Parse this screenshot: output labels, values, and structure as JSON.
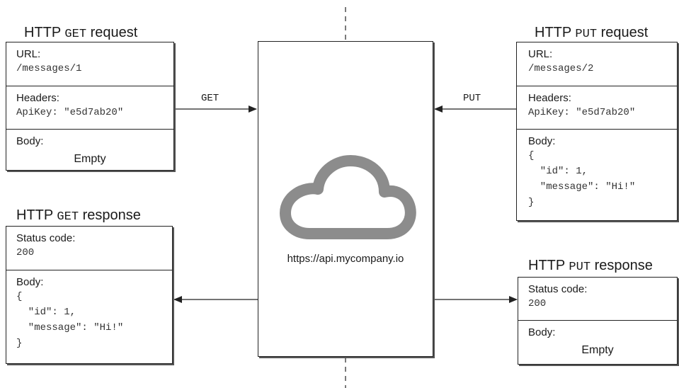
{
  "get_request": {
    "title_prefix": "HTTP",
    "title_method": "GET",
    "title_suffix": "request",
    "url_label": "URL:",
    "url_value": "/messages/1",
    "headers_label": "Headers:",
    "headers_value": "ApiKey: \"e5d7ab20\"",
    "body_label": "Body:",
    "body_value": "Empty"
  },
  "get_response": {
    "title_prefix": "HTTP",
    "title_method": "GET",
    "title_suffix": "response",
    "status_label": "Status code:",
    "status_value": "200",
    "body_label": "Body:",
    "body_lines": [
      "{",
      "  \"id\": 1,",
      "  \"message\": \"Hi!\"",
      "}"
    ]
  },
  "put_request": {
    "title_prefix": "HTTP",
    "title_method": "PUT",
    "title_suffix": "request",
    "url_label": "URL:",
    "url_value": "/messages/2",
    "headers_label": "Headers:",
    "headers_value": "ApiKey: \"e5d7ab20\"",
    "body_label": "Body:",
    "body_lines": [
      "{",
      "  \"id\": 1,",
      "  \"message\": \"Hi!\"",
      "}"
    ]
  },
  "put_response": {
    "title_prefix": "HTTP",
    "title_method": "PUT",
    "title_suffix": "response",
    "status_label": "Status code:",
    "status_value": "200",
    "body_label": "Body:",
    "body_value": "Empty"
  },
  "server": {
    "url": "https://api.mycompany.io",
    "icon": "cloud-icon"
  },
  "arrows": {
    "get_label": "GET",
    "put_label": "PUT"
  },
  "colors": {
    "cloud": "#8c8c8c",
    "line": "#222222"
  }
}
